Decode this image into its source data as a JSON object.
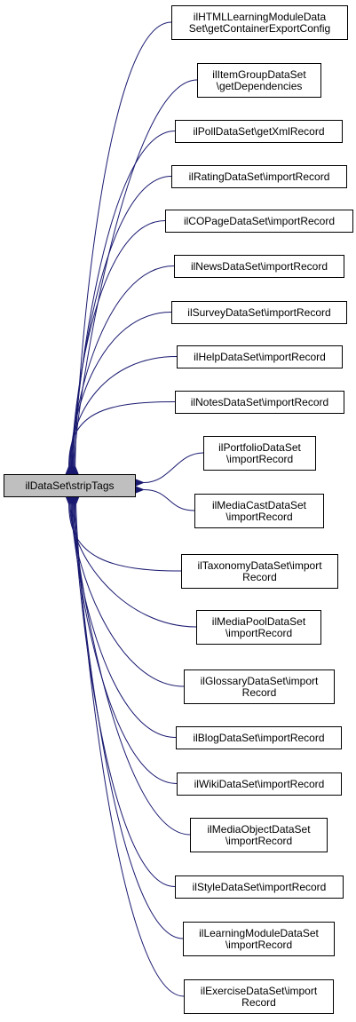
{
  "graph": {
    "root": {
      "id": "root",
      "lines": [
        "ilDataSet\\stripTags"
      ]
    },
    "callers": [
      {
        "id": "c1",
        "lines": [
          "ilHTMLLearningModuleData",
          "Set\\getContainerExportConfig"
        ]
      },
      {
        "id": "c2",
        "lines": [
          "ilItemGroupDataSet",
          "\\getDependencies"
        ]
      },
      {
        "id": "c3",
        "lines": [
          "ilPollDataSet\\getXmlRecord"
        ]
      },
      {
        "id": "c4",
        "lines": [
          "ilRatingDataSet\\importRecord"
        ]
      },
      {
        "id": "c5",
        "lines": [
          "ilCOPageDataSet\\importRecord"
        ]
      },
      {
        "id": "c6",
        "lines": [
          "ilNewsDataSet\\importRecord"
        ]
      },
      {
        "id": "c7",
        "lines": [
          "ilSurveyDataSet\\importRecord"
        ]
      },
      {
        "id": "c8",
        "lines": [
          "ilHelpDataSet\\importRecord"
        ]
      },
      {
        "id": "c9",
        "lines": [
          "ilNotesDataSet\\importRecord"
        ]
      },
      {
        "id": "c10",
        "lines": [
          "ilPortfolioDataSet",
          "\\importRecord"
        ]
      },
      {
        "id": "c11",
        "lines": [
          "ilMediaCastDataSet",
          "\\importRecord"
        ]
      },
      {
        "id": "c12",
        "lines": [
          "ilTaxonomyDataSet\\import",
          "Record"
        ]
      },
      {
        "id": "c13",
        "lines": [
          "ilMediaPoolDataSet",
          "\\importRecord"
        ]
      },
      {
        "id": "c14",
        "lines": [
          "ilGlossaryDataSet\\import",
          "Record"
        ]
      },
      {
        "id": "c15",
        "lines": [
          "ilBlogDataSet\\importRecord"
        ]
      },
      {
        "id": "c16",
        "lines": [
          "ilWikiDataSet\\importRecord"
        ]
      },
      {
        "id": "c17",
        "lines": [
          "ilMediaObjectDataSet",
          "\\importRecord"
        ]
      },
      {
        "id": "c18",
        "lines": [
          "ilStyleDataSet\\importRecord"
        ]
      },
      {
        "id": "c19",
        "lines": [
          "ilLearningModuleDataSet",
          "\\importRecord"
        ]
      },
      {
        "id": "c20",
        "lines": [
          "ilExerciseDataSet\\import",
          "Record"
        ]
      }
    ],
    "colors": {
      "edge": "#191970",
      "node_border": "#000000",
      "root_fill": "#bfbfbf",
      "node_fill": "#ffffff",
      "text": "#000000"
    }
  }
}
